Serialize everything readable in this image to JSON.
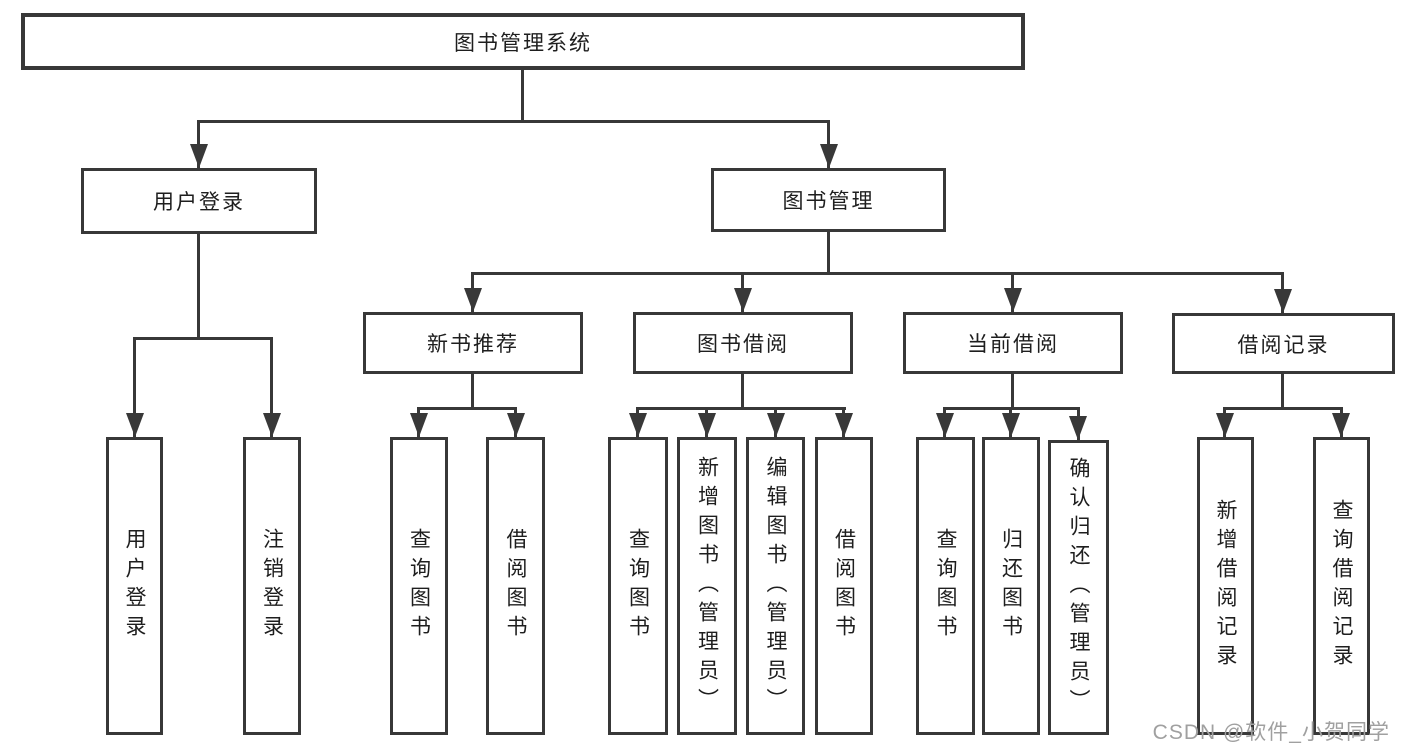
{
  "diagram": {
    "root": {
      "label": "图书管理系统"
    },
    "level2": [
      {
        "label": "用户登录",
        "children": [
          {
            "label": "用户登录"
          },
          {
            "label": "注销登录"
          }
        ]
      },
      {
        "label": "图书管理",
        "children": [
          {
            "label": "新书推荐",
            "children": [
              {
                "label": "查询图书"
              },
              {
                "label": "借阅图书"
              }
            ]
          },
          {
            "label": "图书借阅",
            "children": [
              {
                "label": "查询图书"
              },
              {
                "label": "新增图书（管理员）"
              },
              {
                "label": "编辑图书（管理员）"
              },
              {
                "label": "借阅图书"
              }
            ]
          },
          {
            "label": "当前借阅",
            "children": [
              {
                "label": "查询图书"
              },
              {
                "label": "归还图书"
              },
              {
                "label": "确认归还（管理员）"
              }
            ]
          },
          {
            "label": "借阅记录",
            "children": [
              {
                "label": "新增借阅记录"
              },
              {
                "label": "查询借阅记录"
              }
            ]
          }
        ]
      }
    ]
  },
  "watermark": {
    "text": "CSDN @软件_小贺同学"
  },
  "colors": {
    "line": "#383838",
    "text": "#1e1e1e",
    "watermark": "#a0a0a0",
    "background": "#ffffff"
  }
}
